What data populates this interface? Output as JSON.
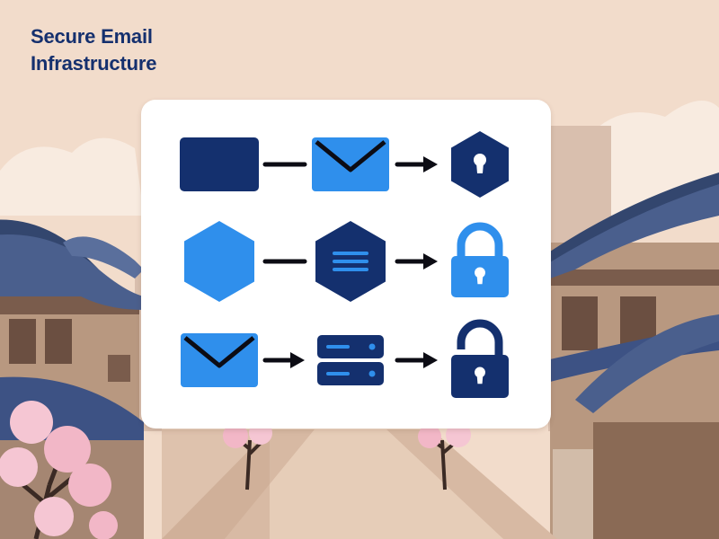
{
  "title": {
    "line1": "Secure Email",
    "line2": "Infrastructure"
  },
  "colors": {
    "navy": "#14306e",
    "blue": "#2f8fec",
    "connector": "#0c0c14",
    "sky": "#f2dccb",
    "roof": "#4a5f8d",
    "wood": "#8a6a55",
    "blossom": "#f2b7c7"
  },
  "diagram": {
    "rows": [
      {
        "nodes": [
          {
            "icon": "navy-rectangle-icon",
            "color": "navy"
          },
          {
            "icon": "envelope-icon",
            "color": "blue"
          },
          {
            "icon": "keyhole-hexagon-icon",
            "color": "navy"
          }
        ],
        "connectors": [
          "line",
          "arrow"
        ]
      },
      {
        "nodes": [
          {
            "icon": "blue-hexagon-icon",
            "color": "blue"
          },
          {
            "icon": "document-hexagon-icon",
            "color": "navy"
          },
          {
            "icon": "locked-padlock-icon",
            "color": "blue"
          }
        ],
        "connectors": [
          "line",
          "arrow"
        ]
      },
      {
        "nodes": [
          {
            "icon": "envelope-icon",
            "color": "blue"
          },
          {
            "icon": "server-stack-icon",
            "color": "navy"
          },
          {
            "icon": "unlocked-padlock-icon",
            "color": "navy"
          }
        ],
        "connectors": [
          "arrow",
          "arrow"
        ]
      }
    ]
  }
}
